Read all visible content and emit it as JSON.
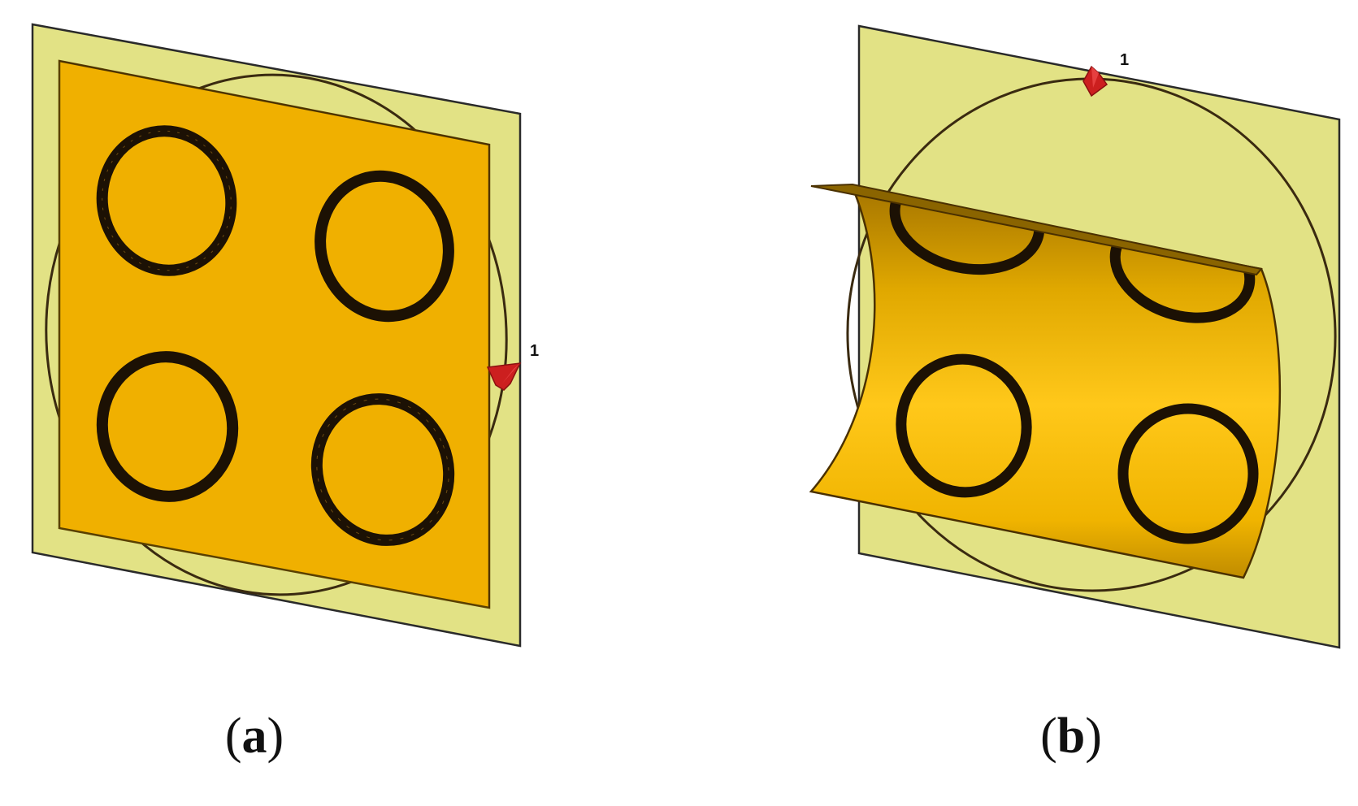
{
  "panels": [
    {
      "id": "a",
      "caption_open": "(",
      "caption_letter": "a",
      "caption_close": ")",
      "port_label": "1"
    },
    {
      "id": "b",
      "caption_open": "(",
      "caption_letter": "b",
      "caption_close": ")",
      "port_label": "1"
    }
  ],
  "colors": {
    "substrate": "#e2e285",
    "patch": "#f0b000",
    "patch_curved_light": "#ffcc1a",
    "patch_curved_dark": "#b88600",
    "ring": "#1c1104",
    "port": "#cc1f1f",
    "outline": "#3a2a10"
  },
  "icons": {
    "port_marker": "port-arrow-icon"
  }
}
